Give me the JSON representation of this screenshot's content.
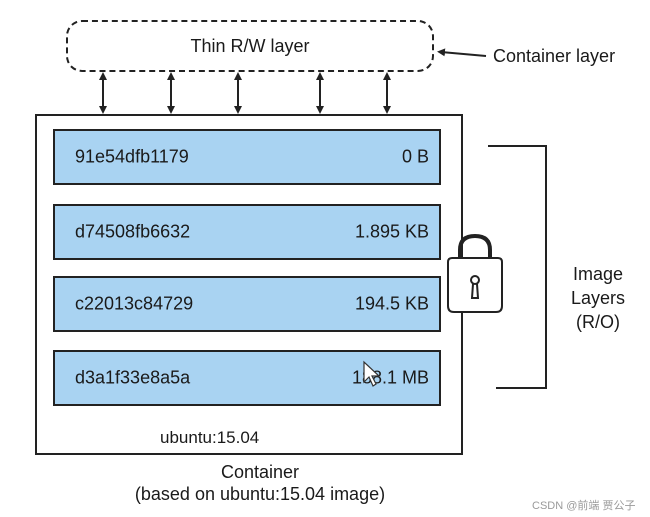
{
  "rw_layer": {
    "label": "Thin R/W layer"
  },
  "container_layer_label": "Container layer",
  "image_layers_label": [
    "Image",
    "Layers",
    "(R/O)"
  ],
  "layers": [
    {
      "id": "91e54dfb1179",
      "size": "0 B"
    },
    {
      "id": "d74508fb6632",
      "size": "1.895 KB"
    },
    {
      "id": "c22013c84729",
      "size": "194.5 KB"
    },
    {
      "id": "d3a1f33e8a5a",
      "size": "188.1 MB"
    }
  ],
  "base_image_label": "ubuntu:15.04",
  "container_title": [
    "Container",
    "(based on ubuntu:15.04 image)"
  ],
  "watermark": "CSDN @前端 贾公子",
  "colors": {
    "layer_fill": "#a9d3f2",
    "stroke": "#222222"
  },
  "icons": [
    "lock-icon",
    "mouse-cursor-icon"
  ]
}
